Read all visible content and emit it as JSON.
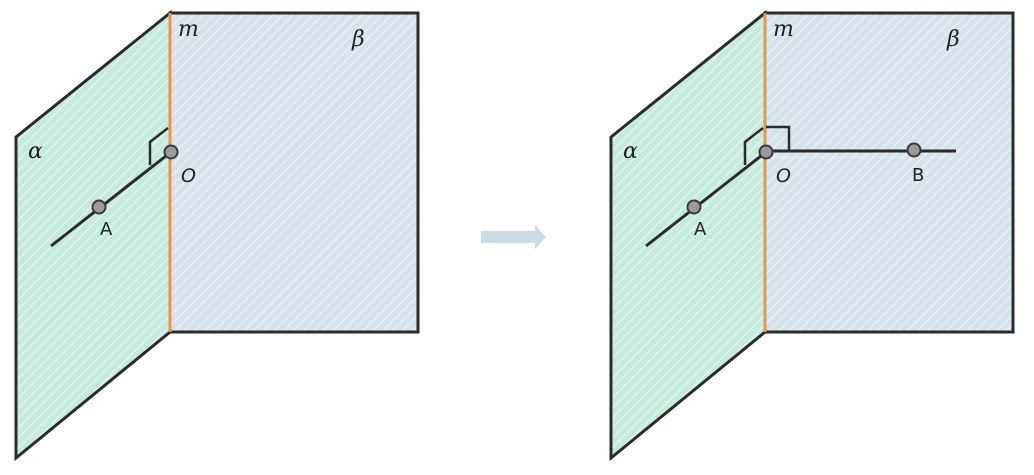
{
  "colors": {
    "plane_alpha": "#c4ebdc",
    "plane_alpha_hatch": "#e8f7f1",
    "plane_beta": "#d5e3ea",
    "plane_beta_hatch": "#eef4f7",
    "edge_line": "#f0914a",
    "outline": "#2b2b2b",
    "point_fill": "#9a9a9a",
    "arrow": "#c9dbe3"
  },
  "left_figure": {
    "label_alpha": "α",
    "label_beta": "β",
    "label_edge": "m",
    "label_o": "O",
    "label_a": "A"
  },
  "right_figure": {
    "label_alpha": "α",
    "label_beta": "β",
    "label_edge": "m",
    "label_o": "O",
    "label_a": "A",
    "label_b": "B"
  },
  "transition_arrow": "right-arrow-icon"
}
